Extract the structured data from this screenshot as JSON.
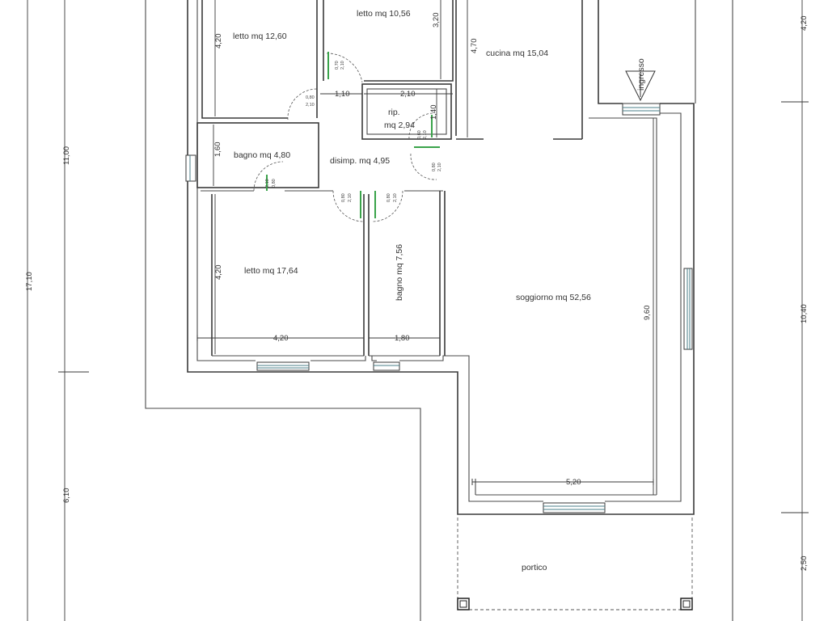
{
  "rooms": {
    "letto1": "letto mq 12,60",
    "letto2": "letto mq 10,56",
    "cucina": "cucina mq 15,04",
    "ripostiglio_line1": "rip.",
    "ripostiglio_line2": "mq 2,94",
    "bagno1": "bagno mq 4,80",
    "disimpegno": "disimp. mq 4,95",
    "letto3": "letto mq 17,64",
    "bagno2": "bagno mq 7,56",
    "soggiorno": "soggiorno mq 52,56",
    "portico": "portico",
    "ingresso": "ingresso"
  },
  "dimensions": {
    "left_total": "17,10",
    "left_upper": "11,00",
    "left_lower": "6,10",
    "right_top": "4,20",
    "right_mid": "10,40",
    "right_low": "2,50",
    "letto1_h": "4,20",
    "letto2_h": "3,20",
    "cucina_h": "4,70",
    "bagno1_h": "1,60",
    "letto3_h": "4,20",
    "letto3_w": "4,20",
    "bagno2_w": "1,80",
    "disimp_w": "1,10",
    "rip_w": "2,10",
    "rip_h": "1,40",
    "soggiorno_h": "9,60",
    "soggiorno_w": "5,20"
  },
  "doors": {
    "d1": "0,80",
    "d1b": "2,10",
    "d2": "0,70",
    "d2b": "2,10",
    "d3": "0,80",
    "d3b": "2,10",
    "d4": "0,80",
    "d4b": "2,10",
    "d5": "0,80",
    "d5b": "2,10",
    "d6": "0,60",
    "d6b": "2,10",
    "d7": "0,80",
    "d7b": "2,10"
  }
}
